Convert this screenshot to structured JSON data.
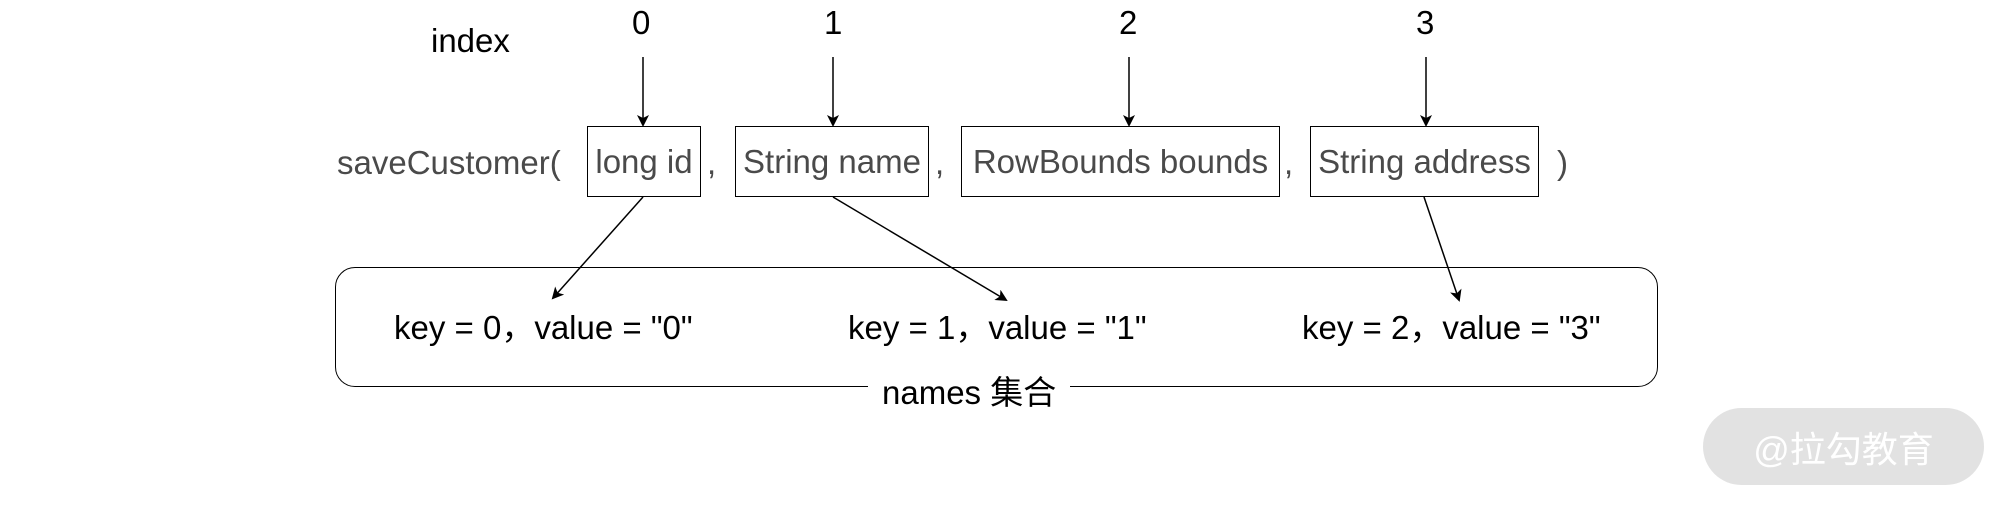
{
  "index_label": "index",
  "indices": [
    "0",
    "1",
    "2",
    "3"
  ],
  "method": {
    "prefix": "saveCustomer(",
    "suffix": ")",
    "separator": ",",
    "params": [
      "long id",
      "String name",
      "RowBounds bounds",
      "String address"
    ]
  },
  "names_map": {
    "label": "names 集合",
    "entries": [
      "key = 0，value = \"0\"",
      "key = 1，value = \"1\"",
      "key = 2，value = \"3\""
    ]
  },
  "watermark": "@拉勾教育"
}
